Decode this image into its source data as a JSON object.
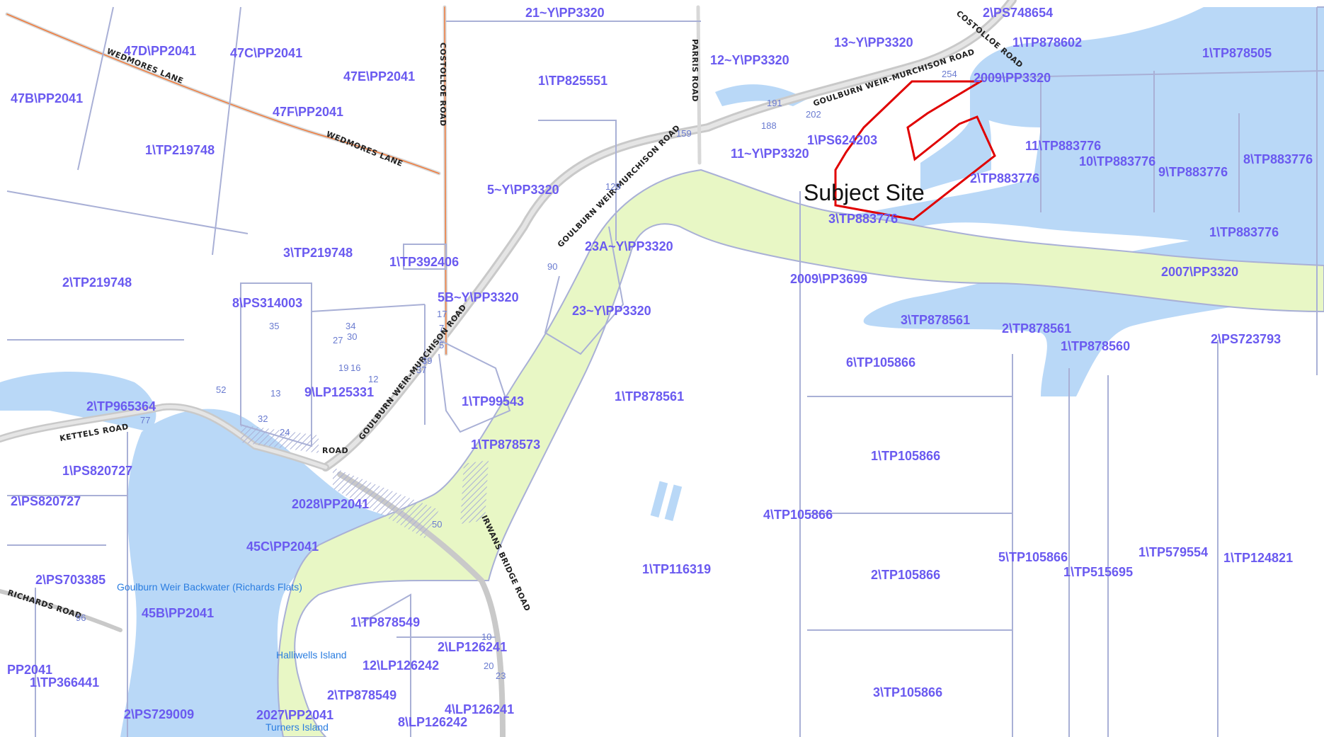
{
  "map": {
    "subject_site_label": "Subject Site",
    "colors": {
      "water": "#b9d8f7",
      "reserve": "#e8f7c5",
      "boundary": "#a9b0d6",
      "road_casing": "#c9c9c9",
      "road_core": "#f07a3a",
      "subject_outline": "#e00000",
      "parcel_label": "#6a5af0",
      "water_label": "#2a7de0"
    },
    "roads": [
      "WEDMORES LANE",
      "WEDMORES LANE",
      "COSTOLLOE ROAD",
      "PARRIS ROAD",
      "GOULBURN WEIR-MURCHISON ROAD",
      "GOULBURN WEIR-MURCHISON ROAD",
      "GOULBURN WEIR-MURCHISON ROAD",
      "COSTOLLOE ROAD",
      "KETTELS ROAD",
      "ROAD",
      "IRWANS BRIDGE ROAD",
      "RICHARDS ROAD"
    ],
    "water_labels": [
      "Goulburn Weir Backwater (Richards Flats)",
      "Halliwells Island",
      "Turners Island"
    ],
    "parcels": [
      "47D\\PP2041",
      "47C\\PP2041",
      "47E\\PP2041",
      "47F\\PP2041",
      "47B\\PP2041",
      "1\\TP219748",
      "3\\TP219748",
      "2\\TP219748",
      "8\\PS314003",
      "9\\LP125331",
      "2\\TP965364",
      "1\\PS820727",
      "2\\PS820727",
      "21~Y\\PP3320",
      "1\\TP825551",
      "5~Y\\PP3320",
      "1\\TP392406",
      "5B~Y\\PP3320",
      "23A~Y\\PP3320",
      "23~Y\\PP3320",
      "12~Y\\PP3320",
      "13~Y\\PP3320",
      "2\\PS748654",
      "1\\TP878602",
      "1\\TP878505",
      "2009\\PP3320",
      "1\\PS624203",
      "11~Y\\PP3320",
      "11\\TP883776",
      "10\\TP883776",
      "9\\TP883776",
      "8\\TP883776",
      "2\\TP883776",
      "3\\TP883776",
      "1\\TP883776",
      "2009\\PP3699",
      "2007\\PP3320",
      "3\\TP878561",
      "2\\TP878561",
      "1\\TP878560",
      "2\\PS723793",
      "6\\TP105866",
      "1\\TP99543",
      "1\\TP878573",
      "1\\TP878561",
      "1\\TP105866",
      "4\\TP105866",
      "2028\\PP2041",
      "45C\\PP2041",
      "1\\TP116319",
      "2\\TP105866",
      "5\\TP105866",
      "1\\TP515695",
      "1\\TP579554",
      "1\\TP124821",
      "2\\PS703385",
      "45B\\PP2041",
      "1\\TP878549",
      "2\\LP126241",
      "12\\LP126242",
      "PP2041",
      "1\\TP366441",
      "2\\TP878549",
      "2\\PS729009",
      "2027\\PP2041",
      "4\\LP126241",
      "8\\LP126242",
      "3\\TP105866"
    ],
    "small_numbers": [
      "191",
      "188",
      "202",
      "159",
      "254",
      "129",
      "90",
      "17",
      "7",
      "5",
      "39",
      "37",
      "52",
      "77",
      "32",
      "35",
      "96",
      "10",
      "20",
      "23",
      "16",
      "19",
      "12",
      "13",
      "34",
      "30",
      "27",
      "50",
      "24"
    ]
  }
}
